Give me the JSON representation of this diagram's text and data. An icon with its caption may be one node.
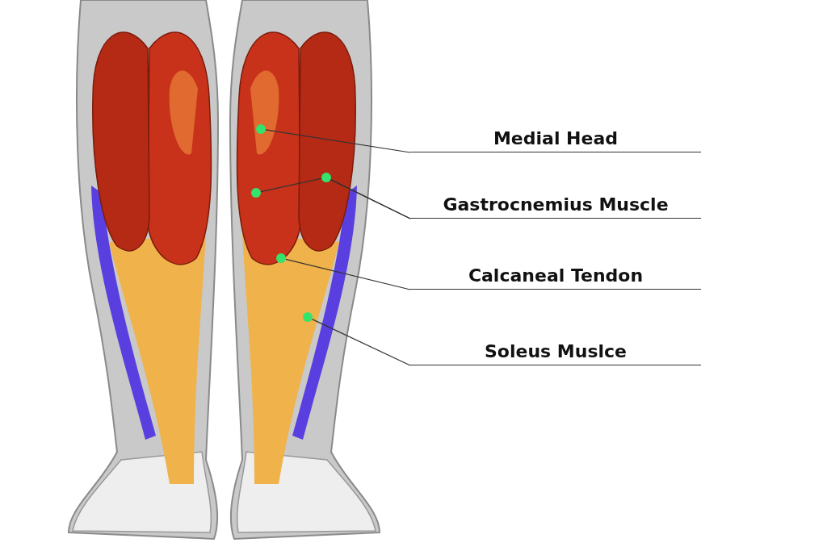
{
  "diagram": {
    "nodes": [
      {
        "text": [
          "Medial Head"
        ]
      },
      {
        "text": [],
        "shape": "circle"
      },
      {
        "text": [
          "Gastrocnemius Muscle"
        ]
      },
      {
        "text": [],
        "shape": "circle"
      },
      {
        "text": [],
        "shape": "circle"
      },
      {
        "text": [
          "Calcaneal Tendon"
        ]
      },
      {
        "text": [],
        "shape": "circle"
      },
      {
        "text": [
          "Soleus Muslce"
        ]
      },
      {
        "text": [],
        "shape": "circle"
      }
    ],
    "edges": [
      {
        "from": 0,
        "to": 1,
        "arrow": "none"
      },
      {
        "from": 2,
        "to": 3,
        "arrow": "none"
      },
      {
        "from": 2,
        "to": 4,
        "arrow": "none"
      },
      {
        "from": 5,
        "to": 6,
        "arrow": "none"
      },
      {
        "from": 7,
        "to": 8,
        "arrow": "none"
      }
    ]
  }
}
